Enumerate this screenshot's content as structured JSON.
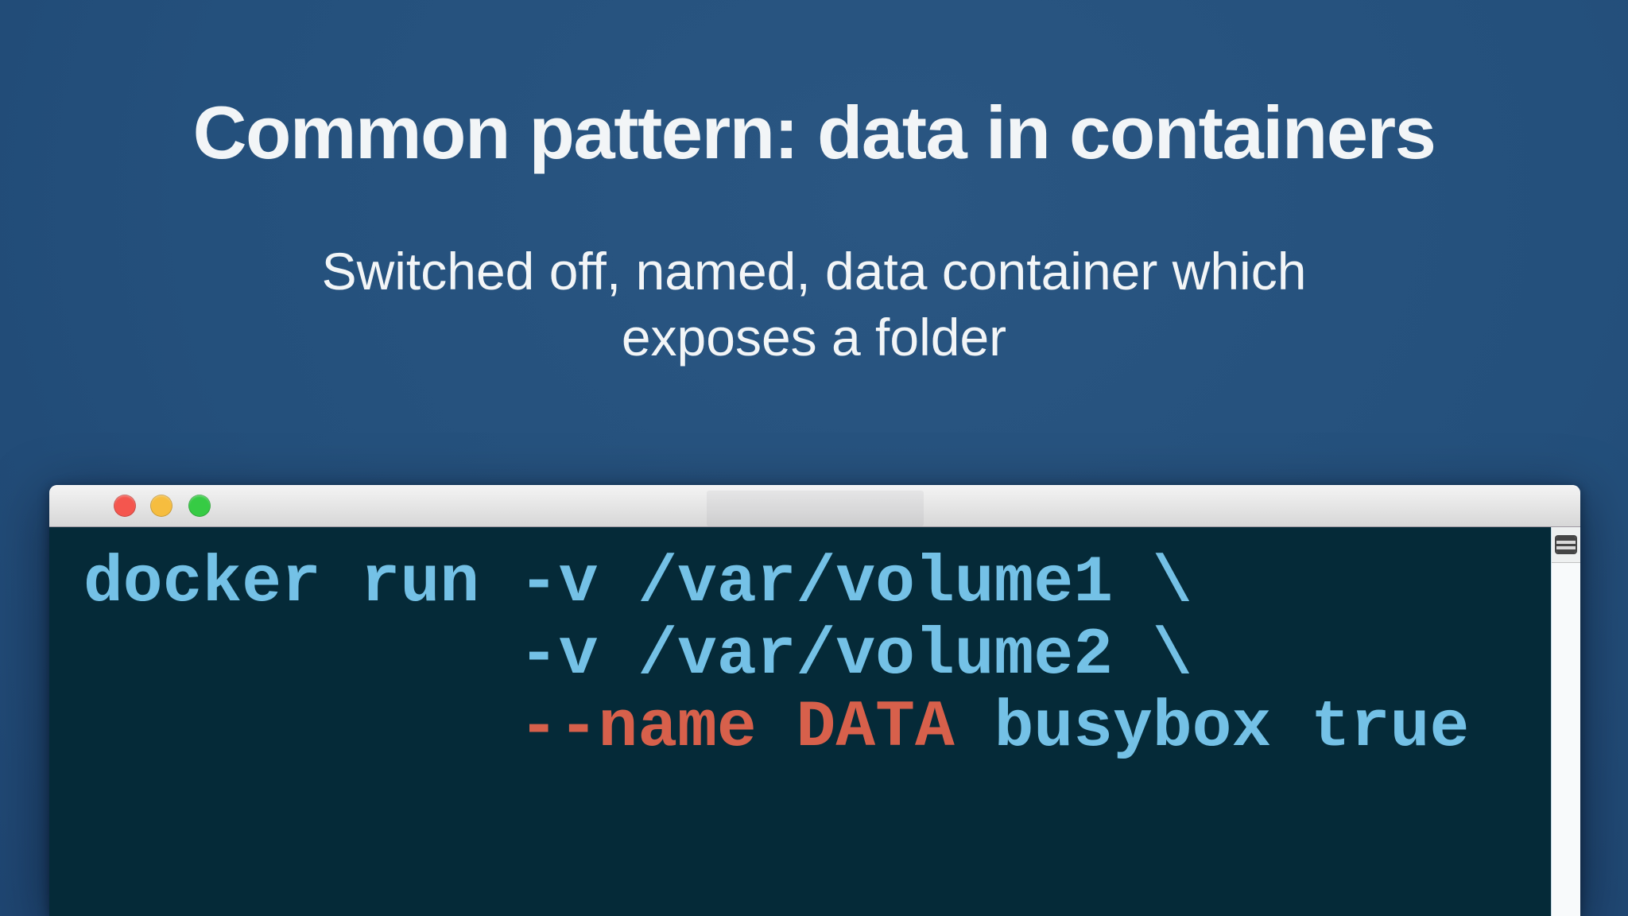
{
  "slide": {
    "title": "Common pattern: data in containers",
    "subtitle_lines": [
      "Switched off, named, data container which",
      "exposes a folder"
    ]
  },
  "terminal": {
    "code_lines": [
      {
        "segments": [
          {
            "style": "blue",
            "text": "docker run -v /var/volume1 \\"
          }
        ]
      },
      {
        "segments": [
          {
            "style": "blue",
            "text": "           -v /var/volume2 \\"
          }
        ]
      },
      {
        "segments": [
          {
            "style": "red",
            "text": "           --name DATA"
          },
          {
            "style": "blue",
            "text": " busybox true"
          }
        ]
      }
    ]
  },
  "colors": {
    "background": "#24507c",
    "background_hi": "#2a5682",
    "terminal_bg": "#052a38",
    "code_blue": "#74c1e6",
    "code_red": "#d7604b",
    "traffic_red": "#f4564e",
    "traffic_yellow": "#f6bd3f",
    "traffic_green": "#36cb44",
    "titlebar_top": "#f4f4f4",
    "titlebar_bottom": "#d7d7d7",
    "scrollbar_track": "#f8fafb",
    "text_white": "#f2f5f7"
  }
}
